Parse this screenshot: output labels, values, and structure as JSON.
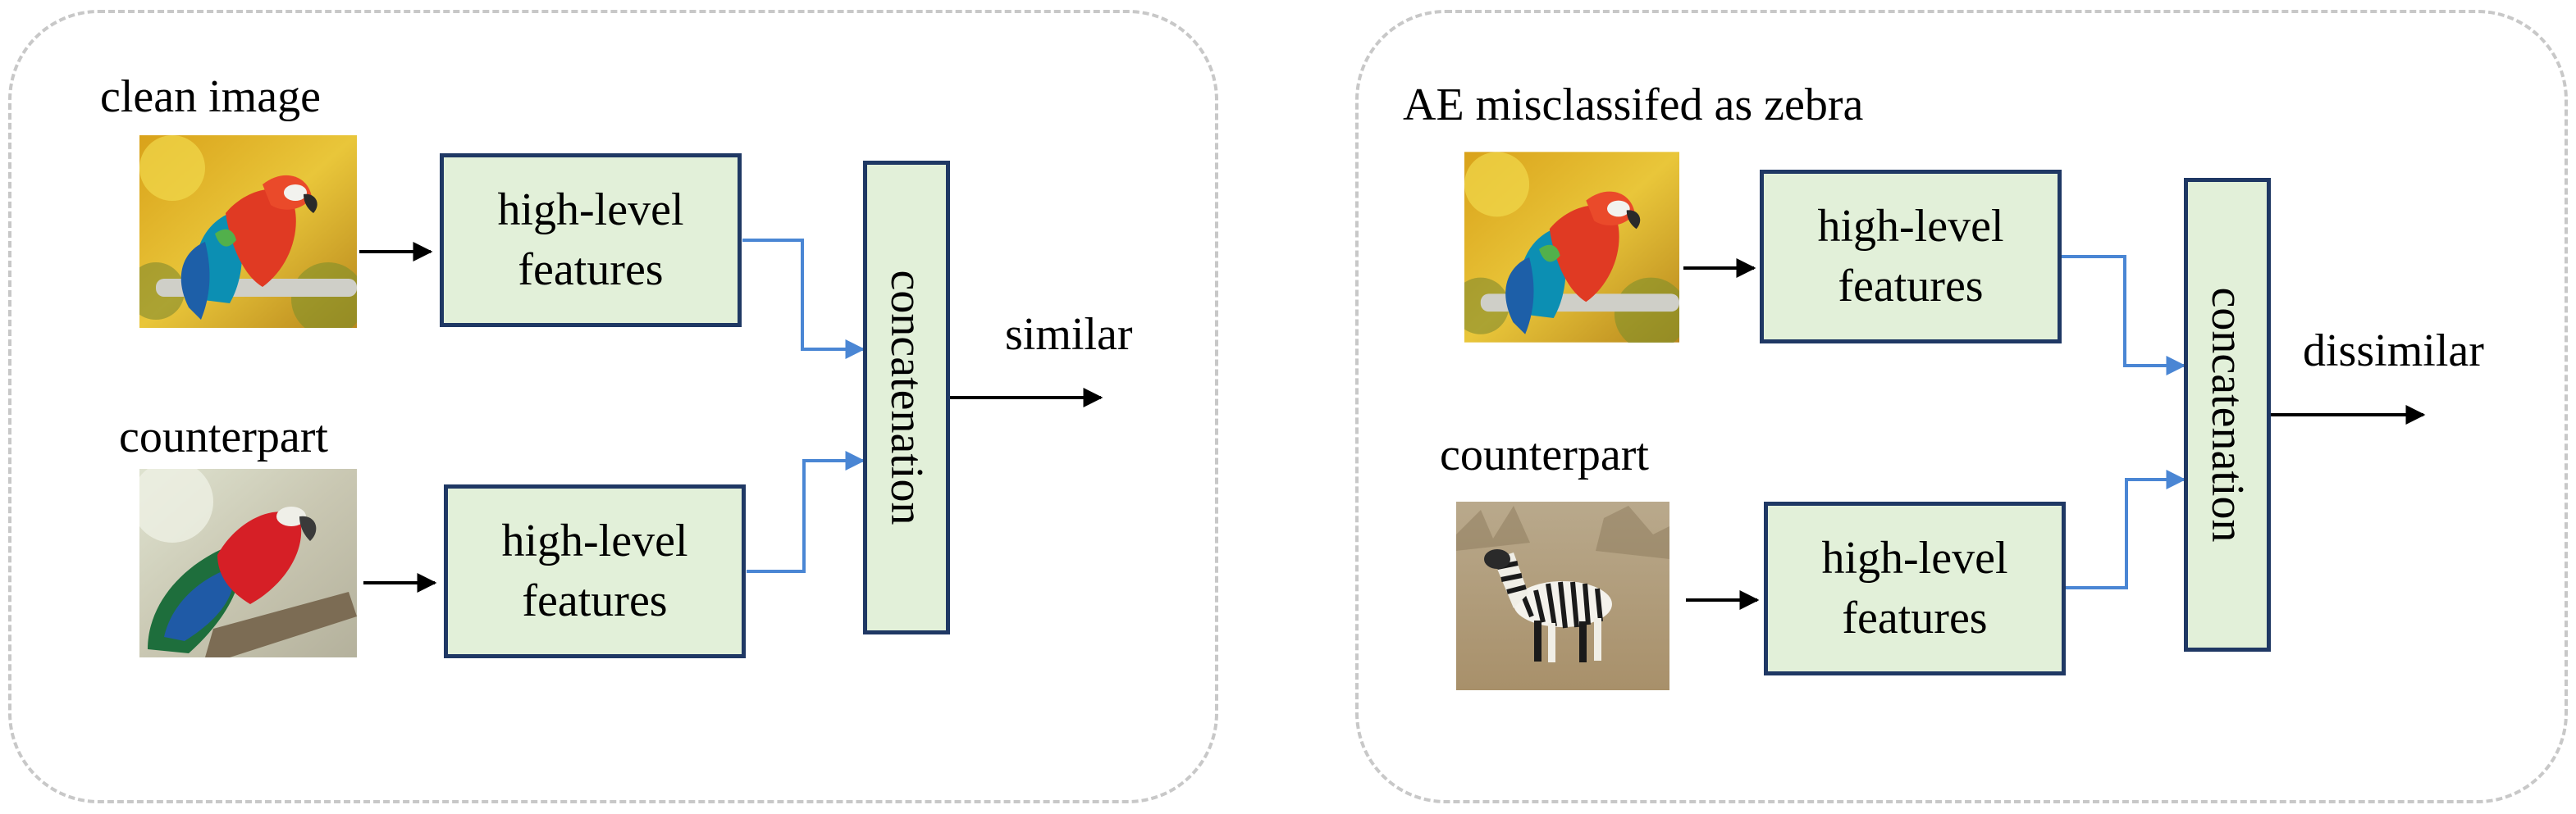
{
  "left_panel": {
    "top_caption": "clean image",
    "bottom_caption": "counterpart",
    "top_box": {
      "line1": "high-level",
      "line2": "features"
    },
    "bottom_box": {
      "line1": "high-level",
      "line2": "features"
    },
    "concat_label": "concatenation",
    "output_label": "similar"
  },
  "right_panel": {
    "top_caption": "AE misclassifed as zebra",
    "bottom_caption": "counterpart",
    "top_box": {
      "line1": "high-level",
      "line2": "features"
    },
    "bottom_box": {
      "line1": "high-level",
      "line2": "features"
    },
    "concat_label": "concatenation",
    "output_label": "dissimilar"
  },
  "images": {
    "left_top": "parrot-photo",
    "left_bottom": "red-parrot-photo",
    "right_top": "parrot-photo-adversarial",
    "right_bottom": "zebra-photo"
  },
  "colors": {
    "box_fill": "#e2f0d9",
    "box_border": "#1f3864",
    "blue_arrow": "#4a86d4",
    "black_arrow": "#000000",
    "panel_border": "#c8c8c8"
  }
}
